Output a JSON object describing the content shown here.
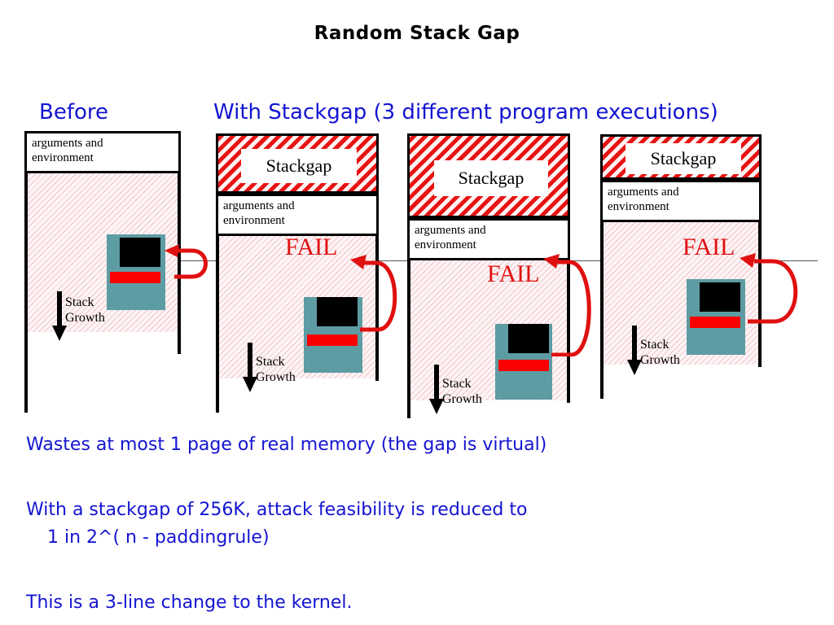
{
  "slide": {
    "title": "Random Stack Gap",
    "headers": {
      "before": "Before",
      "with_stackgap": "With Stackgap  (3 different program executions)"
    },
    "labels": {
      "args_env": "arguments and\nenvironment",
      "args_env_line1": "arguments and",
      "args_env_line2": "environment",
      "stackgap": "Stackgap",
      "fail": "FAIL",
      "stack_growth_line1": "Stack",
      "stack_growth_line2": "Growth"
    },
    "colors": {
      "heading_blue": "#1414d2",
      "fail_red": "#e01010",
      "hatch_red": "#e81313",
      "hatch_pink": "#f0c6c6",
      "stack_teal": "#5e9ca3",
      "stack_black": "#000000",
      "stack_red": "#fb0000",
      "frame_black": "#000000",
      "baseline_gray": "#55555a"
    },
    "columns": [
      {
        "name": "before",
        "has_stackgap": false,
        "has_fail": false,
        "args_env": "arguments and environment",
        "stack_growth": "Stack Growth"
      },
      {
        "name": "execution-1",
        "has_stackgap": true,
        "stackgap": "Stackgap",
        "has_fail": true,
        "fail": "FAIL",
        "args_env": "arguments and environment",
        "stack_growth": "Stack Growth"
      },
      {
        "name": "execution-2",
        "has_stackgap": true,
        "stackgap": "Stackgap",
        "has_fail": true,
        "fail": "FAIL",
        "args_env": "arguments and environment",
        "stack_growth": "Stack Growth"
      },
      {
        "name": "execution-3",
        "has_stackgap": true,
        "stackgap": "Stackgap",
        "has_fail": true,
        "fail": "FAIL",
        "args_env": "arguments and environment",
        "stack_growth": "Stack Growth"
      }
    ],
    "bullets": {
      "line1": "Wastes at most 1 page of real memory (the gap is virtual)",
      "line2": "With a stackgap of 256K, attack feasibility is reduced to",
      "line2_cont": "1 in 2^( n - paddingrule)",
      "line3": "This is a 3-line change to the kernel."
    }
  }
}
